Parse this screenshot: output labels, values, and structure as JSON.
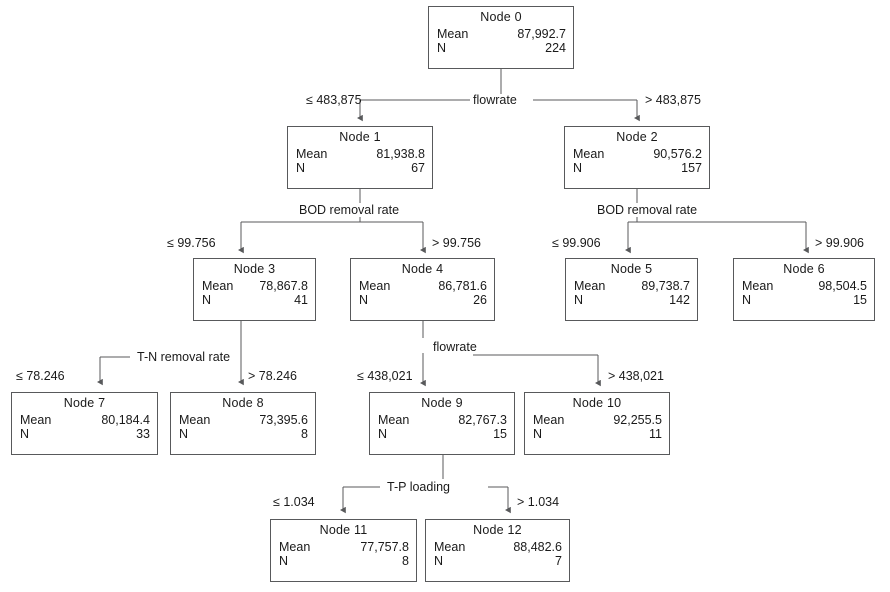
{
  "diagram": {
    "type": "decision-tree",
    "title": "",
    "row_labels": {
      "mean": "Mean",
      "n": "N"
    },
    "nodes": [
      {
        "id": "node0",
        "title": "Node 0",
        "mean": "87,992.7",
        "n": "224"
      },
      {
        "id": "node1",
        "title": "Node 1",
        "mean": "81,938.8",
        "n": "67"
      },
      {
        "id": "node2",
        "title": "Node 2",
        "mean": "90,576.2",
        "n": "157"
      },
      {
        "id": "node3",
        "title": "Node 3",
        "mean": "78,867.8",
        "n": "41"
      },
      {
        "id": "node4",
        "title": "Node 4",
        "mean": "86,781.6",
        "n": "26"
      },
      {
        "id": "node5",
        "title": "Node 5",
        "mean": "89,738.7",
        "n": "142"
      },
      {
        "id": "node6",
        "title": "Node 6",
        "mean": "98,504.5",
        "n": "15"
      },
      {
        "id": "node7",
        "title": "Node 7",
        "mean": "80,184.4",
        "n": "33"
      },
      {
        "id": "node8",
        "title": "Node 8",
        "mean": "73,395.6",
        "n": "8"
      },
      {
        "id": "node9",
        "title": "Node 9",
        "mean": "82,767.3",
        "n": "15"
      },
      {
        "id": "node10",
        "title": "Node 10",
        "mean": "92,255.5",
        "n": "11"
      },
      {
        "id": "node11",
        "title": "Node 11",
        "mean": "77,757.8",
        "n": "8"
      },
      {
        "id": "node12",
        "title": "Node 12",
        "mean": "88,482.6",
        "n": "7"
      }
    ],
    "splits": [
      {
        "id": "split0",
        "parent": "node0",
        "variable": "flowrate",
        "left_condition": "≤ 483,875",
        "right_condition": "> 483,875",
        "left_child": "node1",
        "right_child": "node2"
      },
      {
        "id": "split1",
        "parent": "node1",
        "variable": "BOD removal  rate",
        "left_condition": "≤ 99.756",
        "right_condition": "> 99.756",
        "left_child": "node3",
        "right_child": "node4"
      },
      {
        "id": "split2",
        "parent": "node2",
        "variable": "BOD removal  rate",
        "left_condition": "≤ 99.906",
        "right_condition": "> 99.906",
        "left_child": "node5",
        "right_child": "node6"
      },
      {
        "id": "split3",
        "parent": "node3",
        "variable": "T-N removal  rate",
        "left_condition": "≤ 78.246",
        "right_condition": "> 78.246",
        "left_child": "node7",
        "right_child": "node8"
      },
      {
        "id": "split4",
        "parent": "node4",
        "variable": "flowrate",
        "left_condition": "≤ 438,021",
        "right_condition": "> 438,021",
        "left_child": "node9",
        "right_child": "node10"
      },
      {
        "id": "split5",
        "parent": "node9",
        "variable": "T-P loading",
        "left_condition": "≤ 1.034",
        "right_condition": "> 1.034",
        "left_child": "node11",
        "right_child": "node12"
      }
    ],
    "colors": {
      "box_border": "#58595b",
      "connector": "#58595b",
      "text": "#1a1a1a",
      "background": "#ffffff"
    }
  }
}
